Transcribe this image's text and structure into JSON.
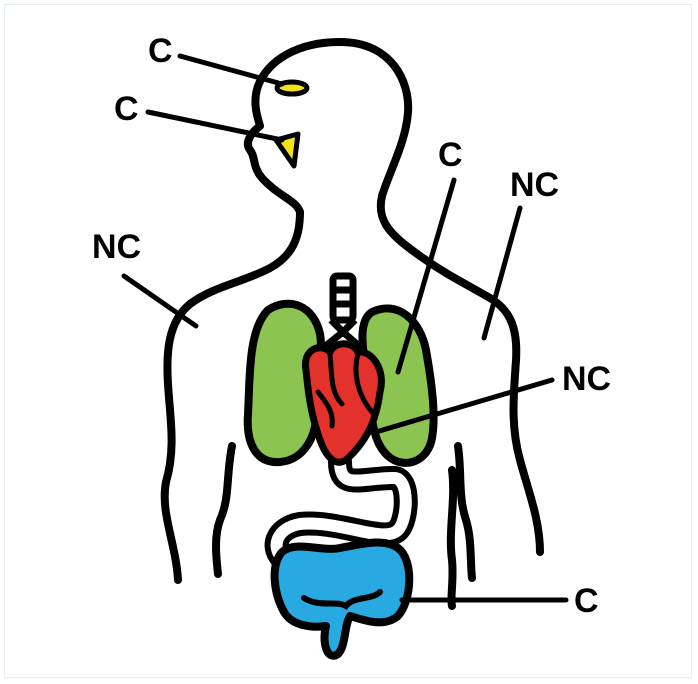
{
  "labels": {
    "pineal": "C",
    "pituitary": "C",
    "lungs": "C",
    "shoulder": "NC",
    "back": "NC",
    "heart": "NC",
    "intestine": "C"
  },
  "colors": {
    "outline": "#000000",
    "gland": "#f2e21a",
    "lungs": "#8cc451",
    "heart": "#e3312b",
    "intestine": "#29a9e1",
    "trachea": "#ffffff"
  }
}
